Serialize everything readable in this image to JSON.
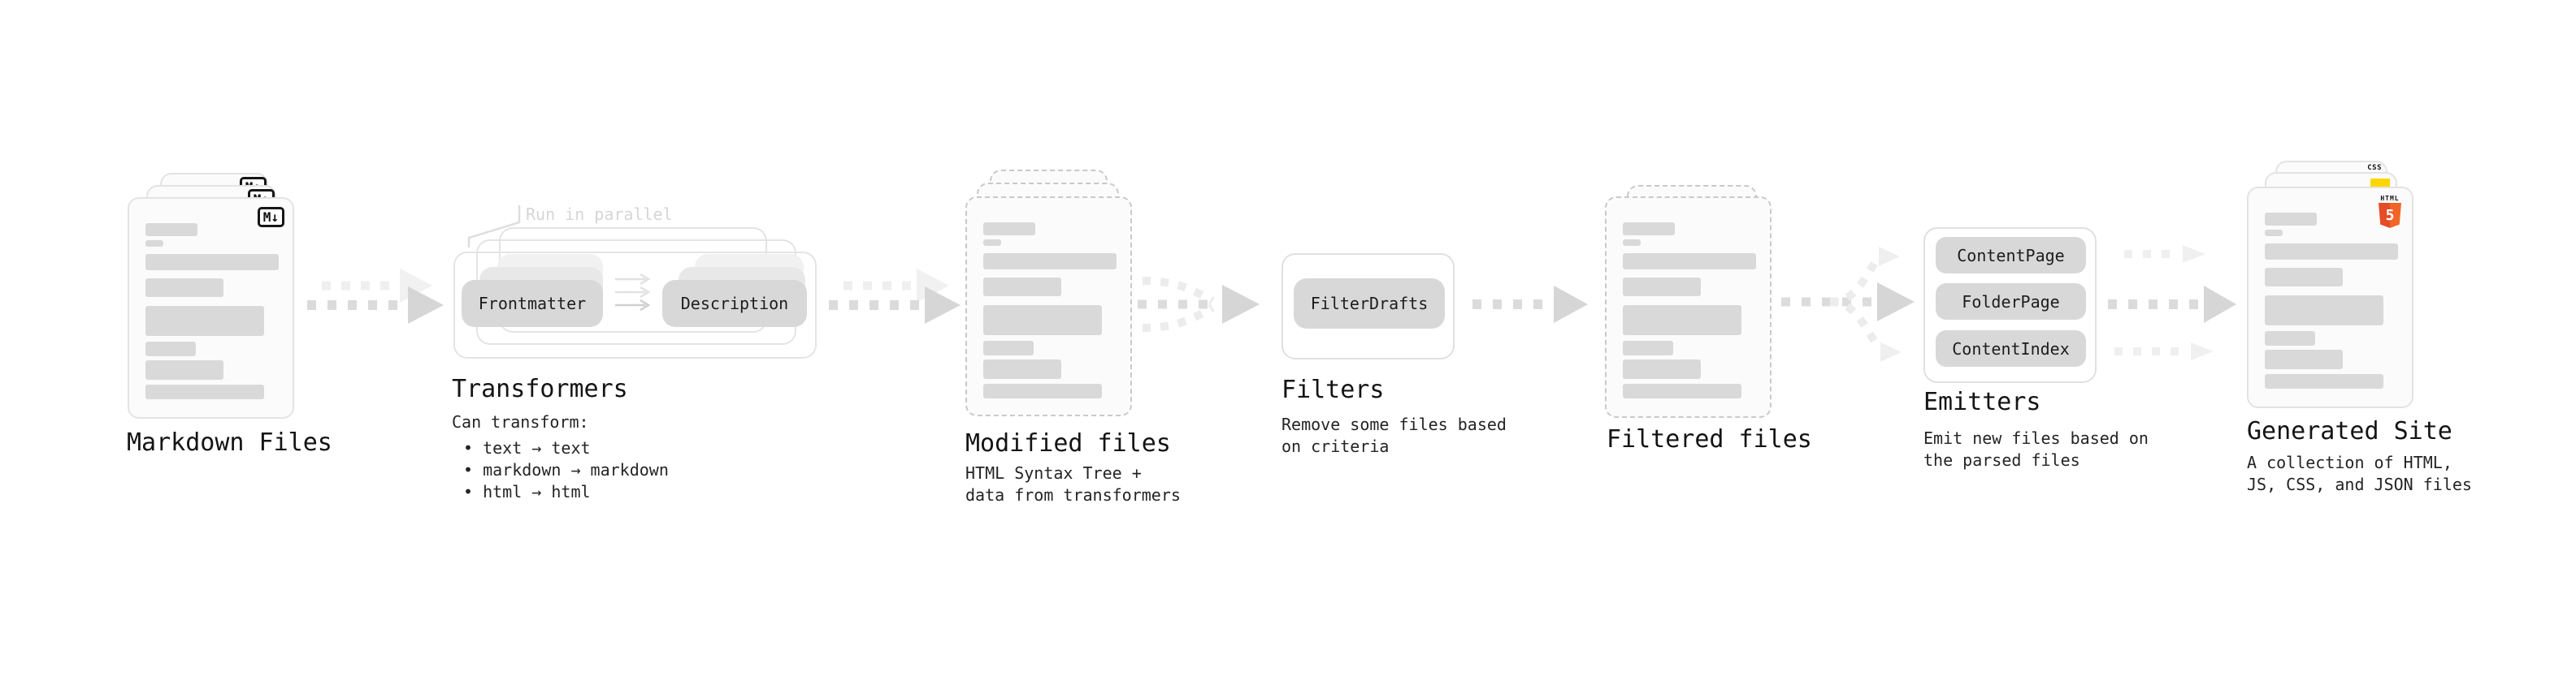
{
  "stages": {
    "markdown": {
      "label": "Markdown Files",
      "badge": "M↓"
    },
    "transformers": {
      "label": "Transformers",
      "annotation": "Run in parallel",
      "nodes": [
        "Frontmatter",
        "Description"
      ],
      "desc": [
        "Can transform:",
        "• text → text",
        "• markdown → markdown",
        "• html → html"
      ]
    },
    "modified": {
      "label": "Modified files",
      "desc": [
        "HTML Syntax Tree +",
        "data from transformers"
      ]
    },
    "filters": {
      "label": "Filters",
      "nodes": [
        "FilterDrafts"
      ],
      "desc": [
        "Remove some files based",
        "on criteria"
      ]
    },
    "filtered": {
      "label": "Filtered files"
    },
    "emitters": {
      "label": "Emitters",
      "nodes": [
        "ContentPage",
        "FolderPage",
        "ContentIndex"
      ],
      "desc": [
        "Emit new files based on",
        "the parsed files"
      ]
    },
    "generated": {
      "label": "Generated Site",
      "badges": {
        "css": "CSS",
        "html_word": "HTML",
        "html_number": "5"
      },
      "desc": [
        "A collection of HTML,",
        "JS, CSS, and JSON files"
      ]
    }
  },
  "colors": {
    "html5_orange": "#e44d26",
    "js_yellow": "#ffd600",
    "css_blue": "#2864f0",
    "arrow": "#d6d6d6",
    "arrow_faint": "#efefef"
  }
}
